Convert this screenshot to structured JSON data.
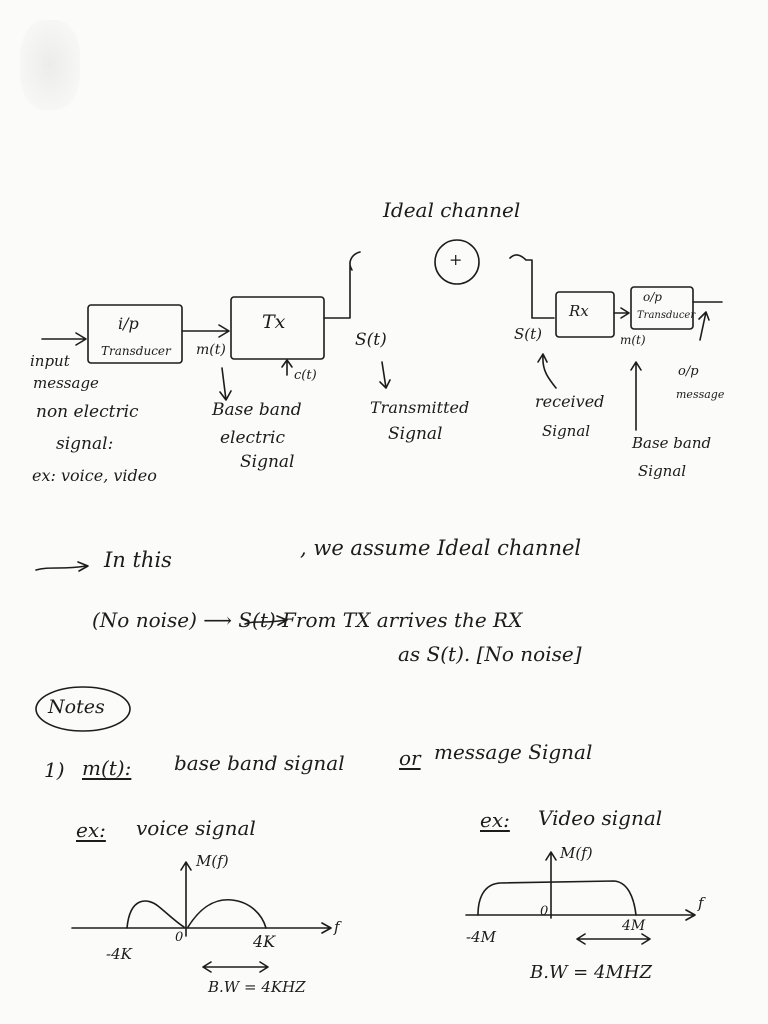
{
  "diagram": {
    "channel_title": "Ideal channel",
    "adder_symbol": "+",
    "blocks": {
      "input_transducer_top": "i/p",
      "input_transducer_bottom": "Transducer",
      "transmitter": "Tx",
      "receiver": "Rx",
      "output_transducer_top": "o/p",
      "output_transducer_bottom": "Transducer"
    },
    "signals": {
      "tx_input": "m(t)",
      "carrier": "c(t)",
      "transmitted": "S(t)",
      "received": "S(t)",
      "rx_output": "m(t)"
    },
    "labels": {
      "input_message": [
        "input",
        "message"
      ],
      "non_electric": [
        "non electric",
        "signal:",
        "ex: voice, video"
      ],
      "baseband_electric": [
        "Base band",
        "electric",
        "Signal"
      ],
      "transmitted_signal": [
        "Transmitted",
        "Signal"
      ],
      "received_signal": [
        "received",
        "Signal"
      ],
      "output_message": [
        "o/p",
        "message"
      ],
      "baseband_signal": [
        "Base band",
        "Signal"
      ]
    }
  },
  "body_text": {
    "line1": "In this",
    "line1_rest": ", we assume Ideal channel",
    "line2": "(No noise) ⟶ S(t) From TX arrives the RX",
    "line3": "as S(t). [No noise]"
  },
  "notes": {
    "badge": "Notes",
    "item1_prefix": "1)",
    "item1_term": "m(t):",
    "item1_text": "base band signal",
    "item1_or": "or",
    "item1_alt": "message Signal"
  },
  "examples": {
    "voice": {
      "label": "ex:",
      "title": "voice signal",
      "y_label": "M(f)",
      "x_label": "f",
      "origin": "0",
      "left_tick": "-4K",
      "right_tick": "4K",
      "bandwidth": "B.W = 4KHZ"
    },
    "video": {
      "label": "ex:",
      "title": "Video signal",
      "y_label": "M(f)",
      "x_label": "f",
      "origin": "0",
      "left_tick": "-4M",
      "right_tick": "4M",
      "bandwidth": "B.W = 4MHZ"
    }
  }
}
